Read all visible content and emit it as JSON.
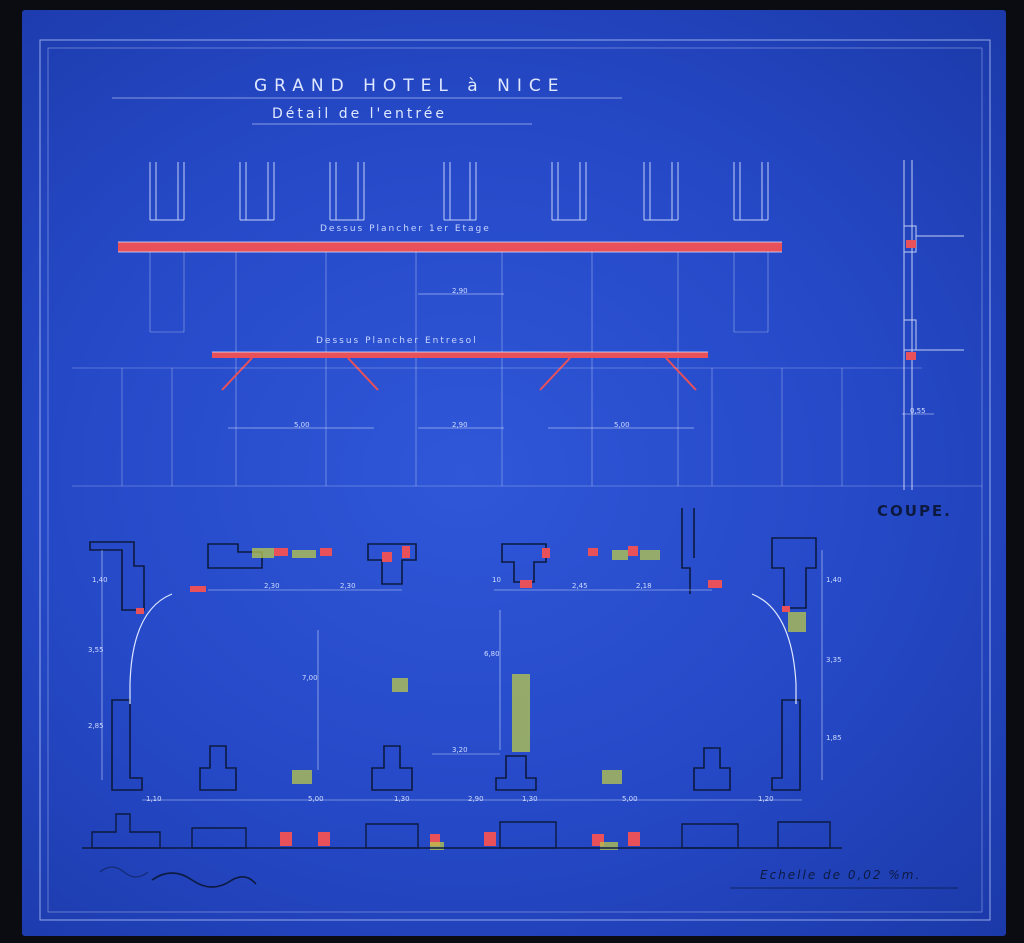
{
  "title_main": "GRAND HOTEL à NICE",
  "title_sub": "Détail de l'entrée",
  "labels": {
    "floor1": "Dessus Plancher 1er Etage",
    "entresol": "Dessus Plancher Entresol",
    "section": "COUPE.",
    "scale": "Echelle de 0,02 %m."
  },
  "dims_elevation": [
    "2,90",
    "5,00",
    "2,90",
    "5,00",
    "0,55"
  ],
  "dims_plan_top": [
    "1,40",
    "2,30",
    "2,30",
    "10",
    "2,45",
    "2,18",
    "1,40"
  ],
  "dims_plan_side": [
    "3,55",
    "2,85",
    "3,35",
    "1,85"
  ],
  "dims_plan_center": [
    "7,00",
    "6,80",
    "3,20"
  ],
  "dims_plan_bottom": [
    "1,10",
    "5,00",
    "1,30",
    "2,90",
    "1,30",
    "5,00",
    "1,20"
  ],
  "colors": {
    "paper": "#2548c6",
    "line": "#dfe8ff",
    "red": "#e8505a",
    "hatch": "#b9c94a"
  },
  "signature": "signature"
}
